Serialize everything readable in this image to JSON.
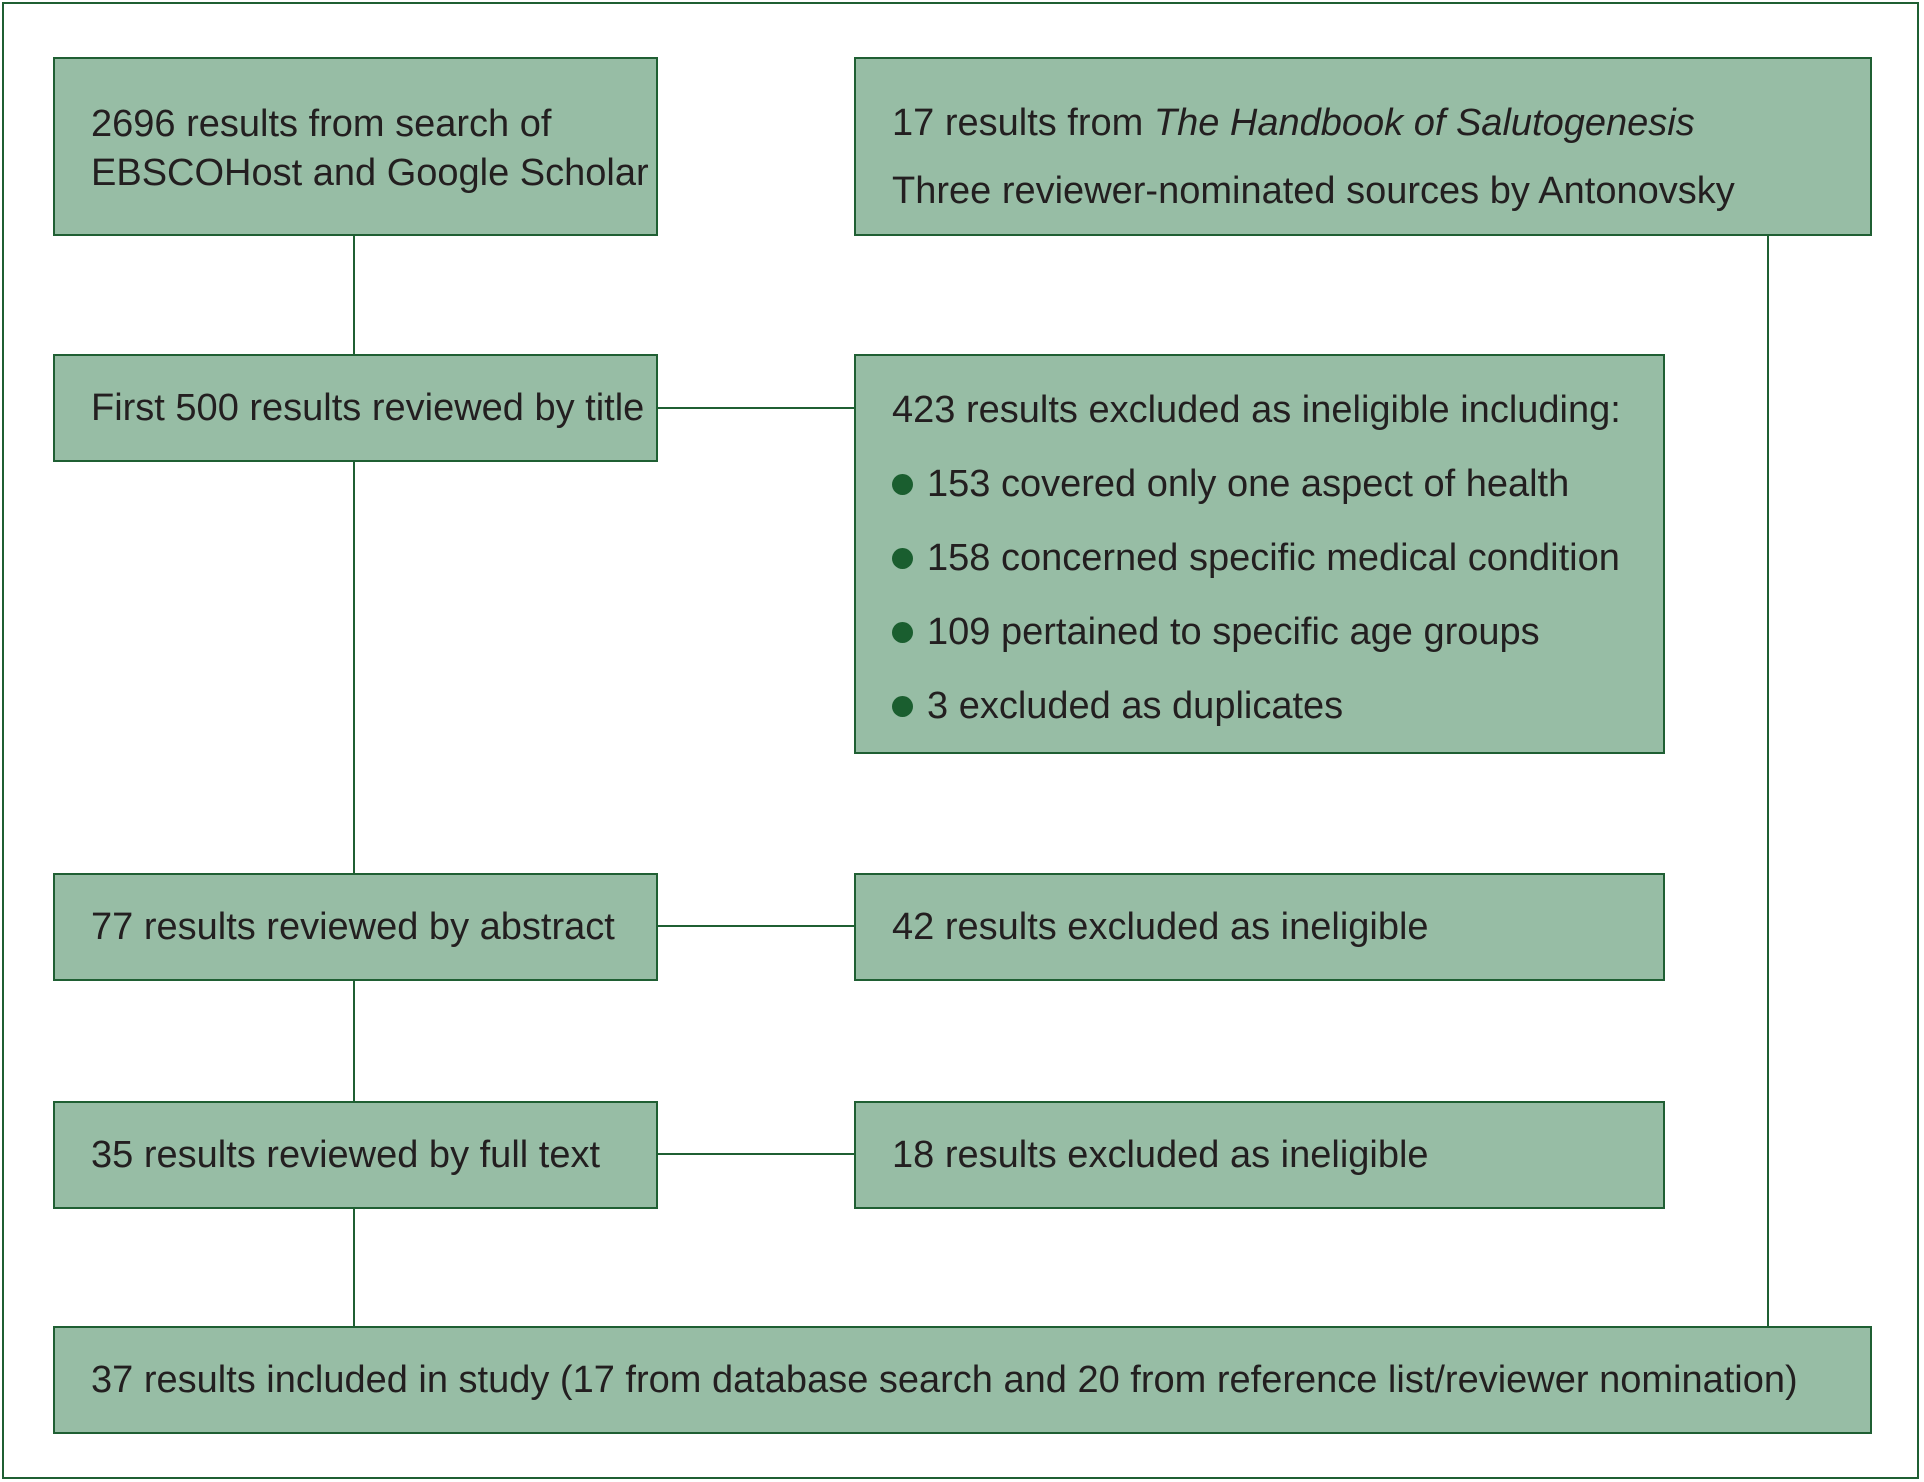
{
  "boxes": {
    "search": {
      "line1": "2696 results from search of",
      "line2": "EBSCOHost and Google Scholar"
    },
    "handbook": {
      "prefix": "17 results from ",
      "title": "The Handbook of Salutogenesis",
      "line2": "Three reviewer-nominated sources by Antonovsky"
    },
    "title_review": "First 500 results reviewed by title",
    "excluded_title": {
      "heading": "423 results excluded as ineligible including:",
      "items": [
        "153 covered only one aspect of health",
        "158 concerned specific medical condition",
        "109 pertained to specific age groups",
        "3 excluded as duplicates"
      ]
    },
    "abstract_review": "77 results reviewed by abstract",
    "excluded_abstract": "42 results excluded as ineligible",
    "fulltext_review": "35 results reviewed by full text",
    "excluded_fulltext": "18 results excluded as ineligible",
    "included": "37 results included in study (17 from database search and 20 from reference list/reviewer nomination)"
  },
  "colors": {
    "box_fill": "#97bda5",
    "line": "#1f5f33",
    "bullet": "#1a5e2f"
  }
}
